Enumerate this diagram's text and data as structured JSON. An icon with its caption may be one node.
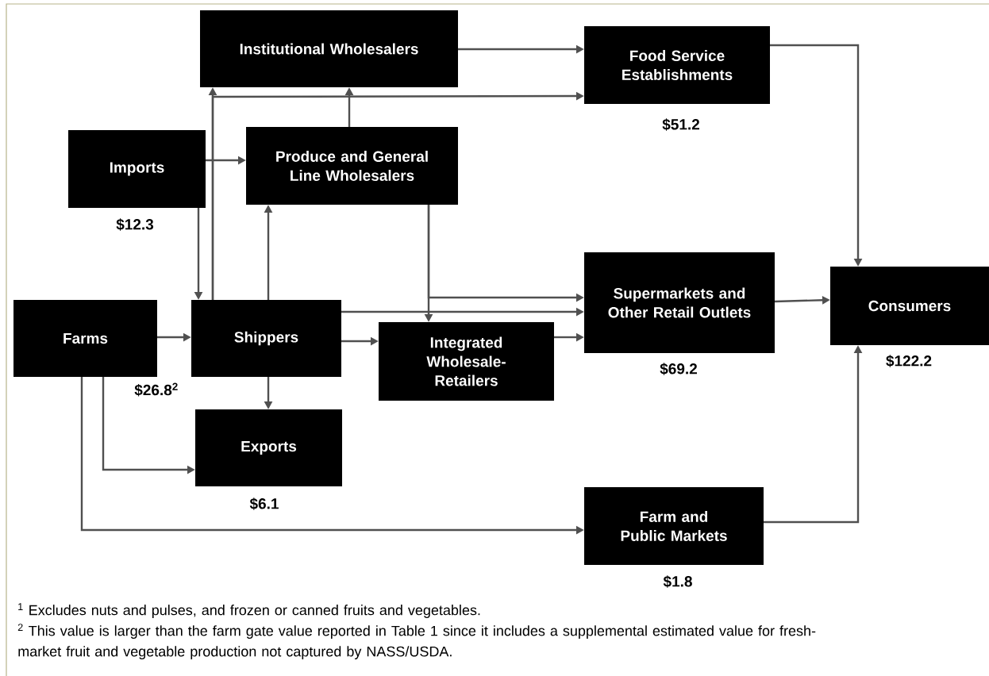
{
  "diagram": {
    "nodes": [
      {
        "text": [
          "Institutional Wholesalers"
        ]
      },
      {
        "text": [
          "Food Service Establishments"
        ],
        "beside": [
          "$51.2"
        ]
      },
      {
        "text": [
          "Imports"
        ],
        "beside": [
          "$12.3"
        ]
      },
      {
        "text": [
          "Produce and General Line Wholesalers"
        ]
      },
      {
        "text": [
          "Farms"
        ],
        "beside": [
          "$26.8$^{2}$"
        ]
      },
      {
        "text": [
          "Shippers"
        ]
      },
      {
        "text": [
          "Supermarkets and Other Retail Outlets"
        ],
        "beside": [
          "$69.2"
        ]
      },
      {
        "text": [
          "Consumers"
        ],
        "beside": [
          "$122.2"
        ]
      },
      {
        "text": [
          "Integrated Wholesale-Retailers"
        ]
      },
      {
        "text": [
          "Exports"
        ],
        "beside": [
          "$6.1"
        ]
      },
      {
        "text": [
          "Farm and Public Markets"
        ],
        "beside": [
          "$1.8"
        ]
      }
    ],
    "edges": [
      {
        "from": 0,
        "to": 1,
        "arrow": "to"
      },
      {
        "from": 1,
        "to": 7,
        "arrow": "to"
      },
      {
        "from": 2,
        "to": 3,
        "arrow": "to"
      },
      {
        "from": 2,
        "to": 5,
        "arrow": "to"
      },
      {
        "from": 5,
        "to": 0,
        "arrow": "to"
      },
      {
        "from": 5,
        "to": 1,
        "arrow": "to"
      },
      {
        "from": 3,
        "to": 0,
        "arrow": "to"
      },
      {
        "from": 5,
        "to": 3,
        "arrow": "to"
      },
      {
        "from": 5,
        "to": 9,
        "arrow": "to"
      },
      {
        "from": 3,
        "to": 8,
        "arrow": "to"
      },
      {
        "from": 3,
        "to": 6,
        "arrow": "to"
      },
      {
        "from": 5,
        "to": 6,
        "arrow": "to"
      },
      {
        "from": 5,
        "to": 8,
        "arrow": "to"
      },
      {
        "from": 8,
        "to": 6,
        "arrow": "to"
      },
      {
        "from": 4,
        "to": 5,
        "arrow": "to"
      },
      {
        "from": 4,
        "to": 9,
        "arrow": "to"
      },
      {
        "from": 4,
        "to": 10,
        "arrow": "to"
      },
      {
        "from": 6,
        "to": 7,
        "arrow": "to"
      },
      {
        "from": 10,
        "to": 7,
        "arrow": "to"
      }
    ],
    "labels": [
      "$^{1}$ Excludes nuts and pulses, and frozen or canned fruits and vegetables.",
      "$^{2}$ This value is larger than the farm gate value reported in Table 1 since it includes a supplemental estimated value for fresh-market fruit and vegetable production not captured by NASS/USDA."
    ]
  }
}
